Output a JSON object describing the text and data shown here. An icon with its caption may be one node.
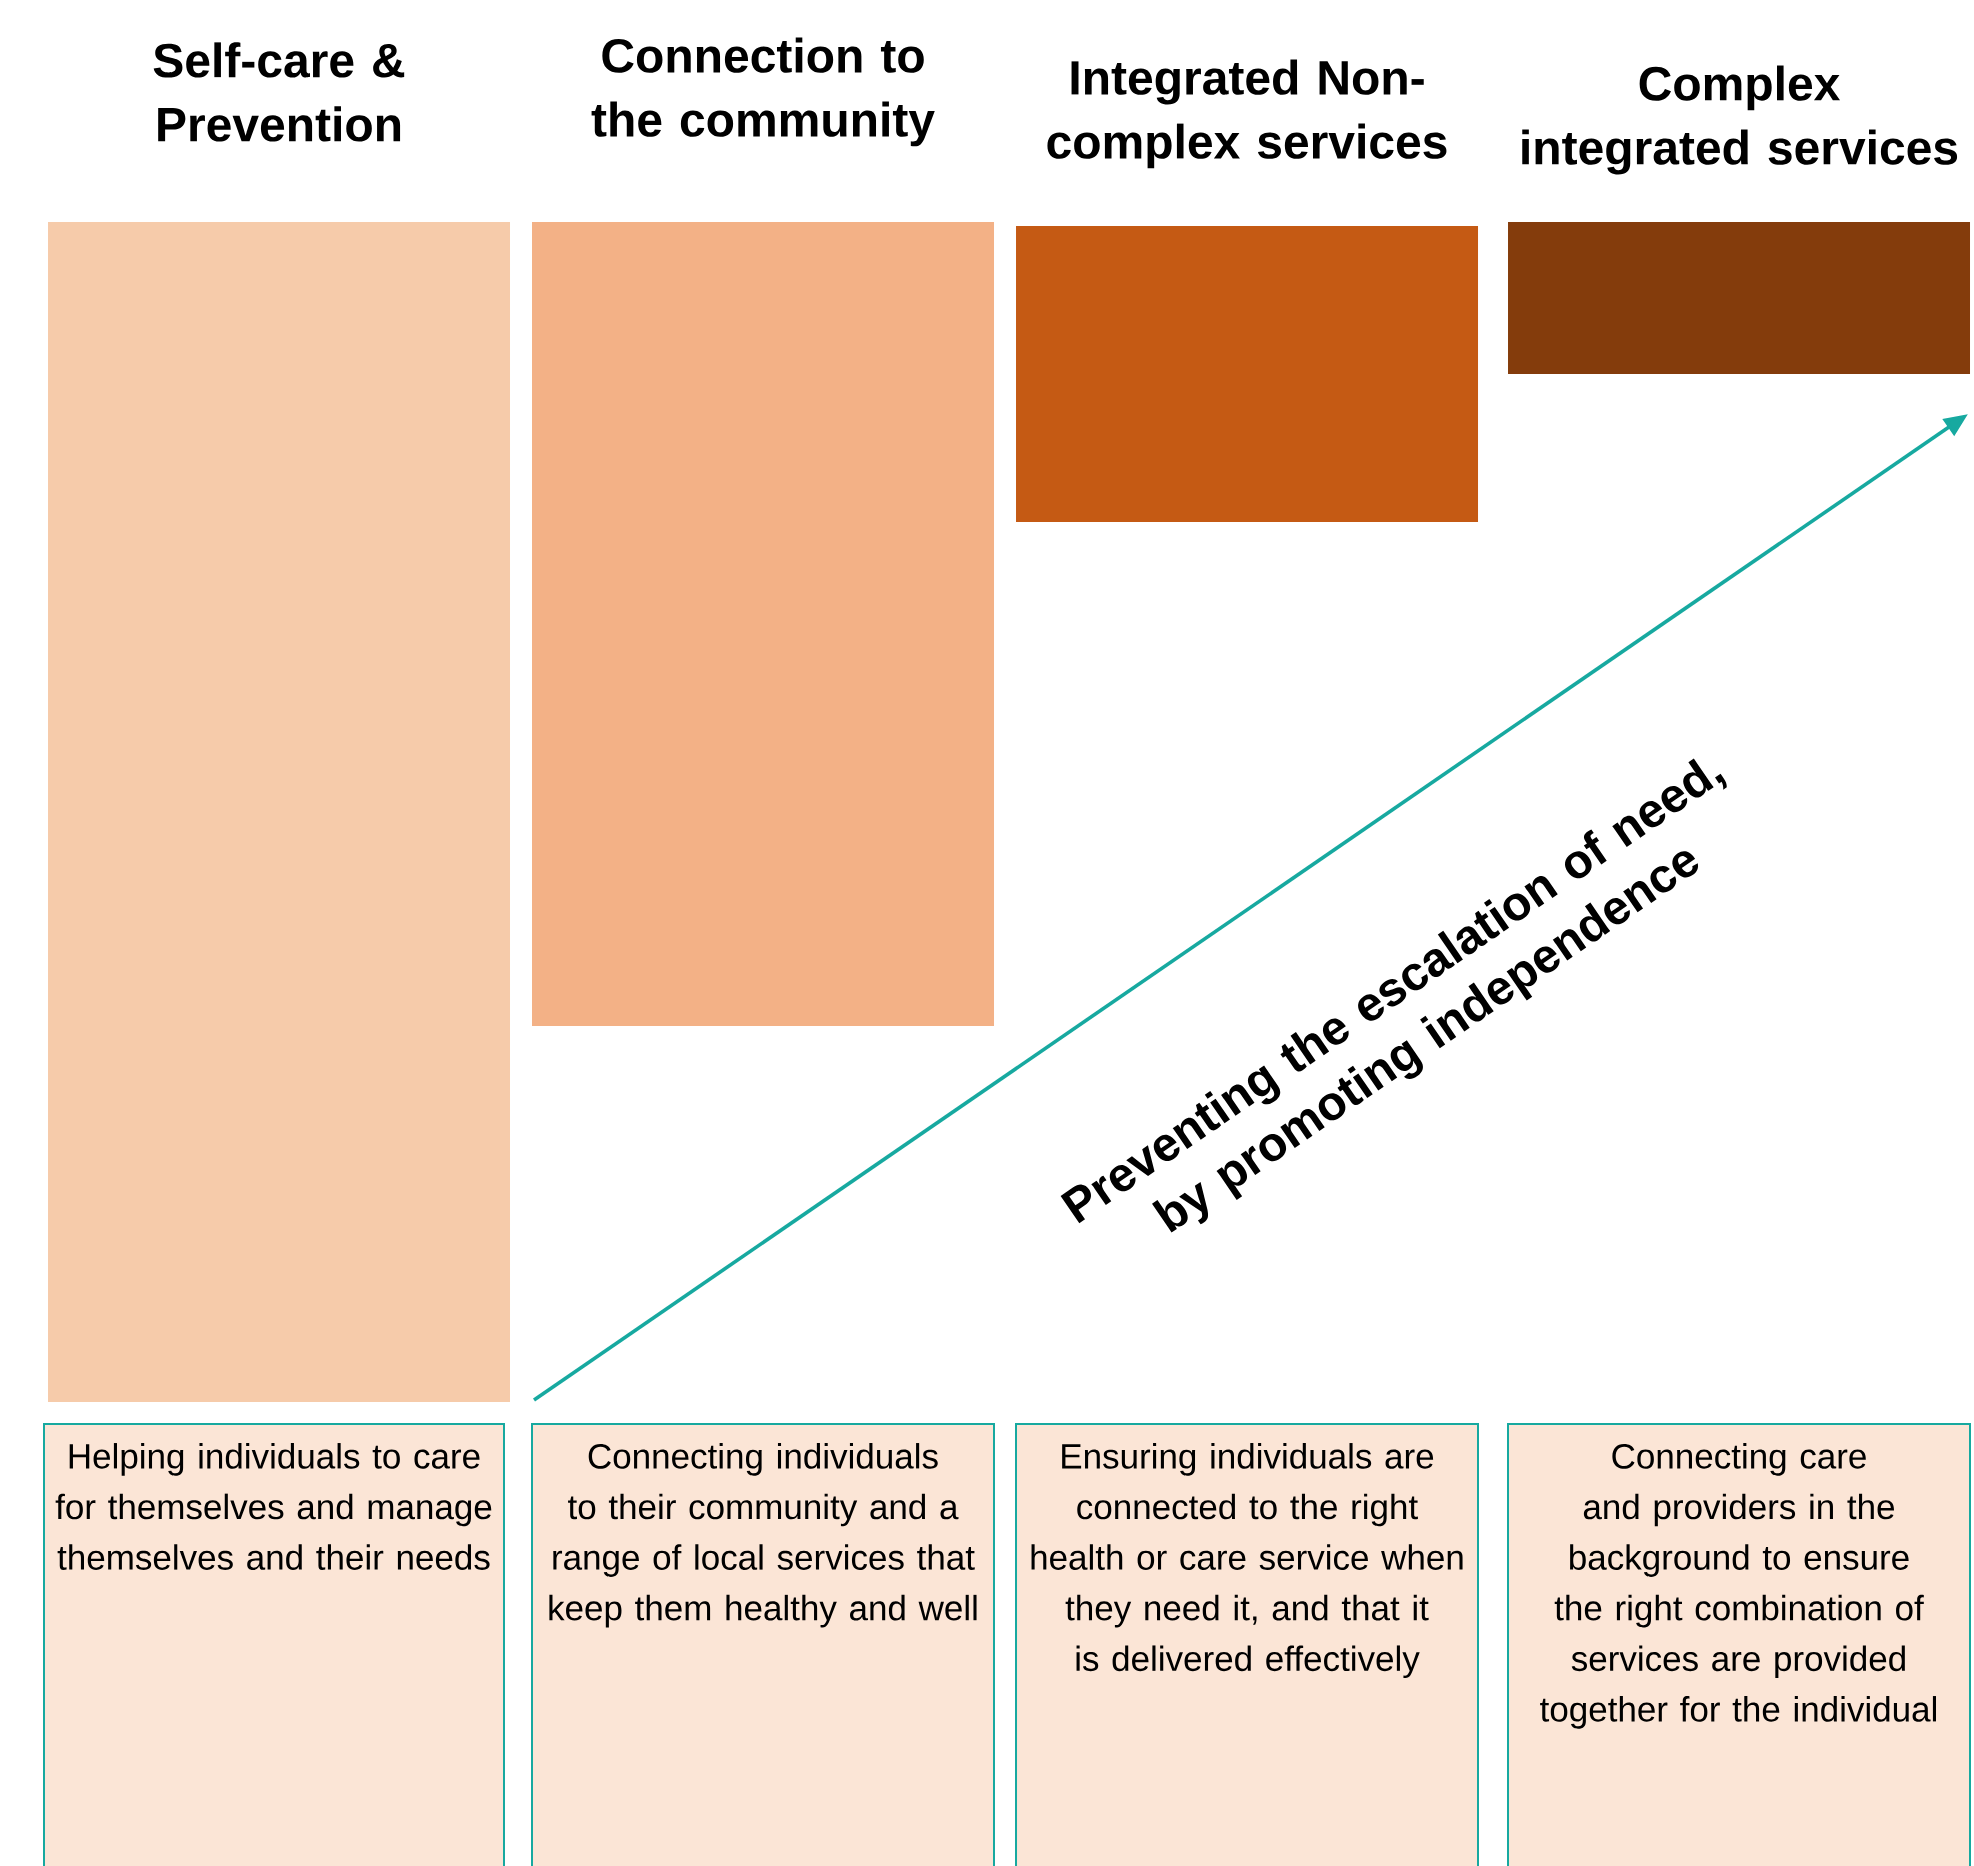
{
  "diagram": {
    "nodes": [
      {
        "text": [
          "Self-care & Prevention"
        ]
      },
      {
        "text": [
          "Connection to the community"
        ]
      },
      {
        "text": [
          "Integrated Non-complex services"
        ]
      },
      {
        "text": [
          "Complex integrated services"
        ]
      },
      {
        "text": [
          "Helping individuals to care for themselves and manage themselves and their needs"
        ]
      },
      {
        "text": [
          "Connecting individuals to their community and a range of local services that keep them healthy and well"
        ]
      },
      {
        "text": [
          "Ensuring individuals are connected to the right health or care service when they need it, and that it is delivered effectively"
        ]
      },
      {
        "text": [
          "Connecting care and providers in the background to ensure the right combination of services are provided together for the individual"
        ]
      }
    ],
    "edges": [],
    "labels": [
      "Preventing the escalation of need, by promoting independence"
    ]
  }
}
